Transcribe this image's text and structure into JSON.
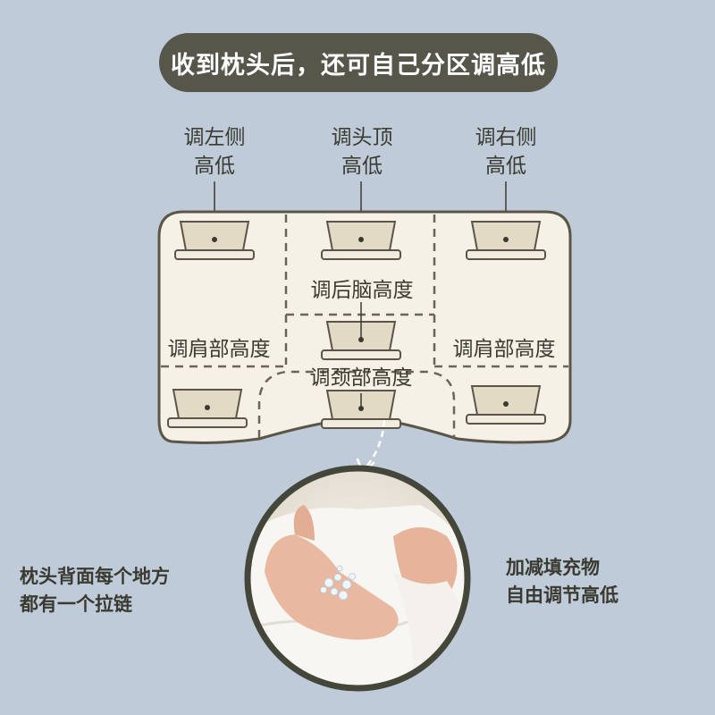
{
  "title": "收到枕头后，还可自己分区调高低",
  "top_labels": {
    "left": {
      "line1": "调左侧",
      "line2": "高低"
    },
    "center": {
      "line1": "调头顶",
      "line2": "高低"
    },
    "right": {
      "line1": "调右侧",
      "line2": "高低"
    }
  },
  "zone_labels": {
    "back_head": "调后脑高度",
    "shoulder_left": "调肩部高度",
    "shoulder_right": "调肩部高度",
    "neck": "调颈部高度"
  },
  "side_notes": {
    "left": {
      "line1": "枕头背面每个地方",
      "line2": "都有一个拉链"
    },
    "right": {
      "line1": "加减填充物",
      "line2": "自由调节高低"
    }
  },
  "colors": {
    "background": "#bfcbd8",
    "pill": "#56574a",
    "pillow_fill": "#f6f1e6",
    "outline": "#5a5546",
    "pocket_fill": "#e3dac6"
  }
}
